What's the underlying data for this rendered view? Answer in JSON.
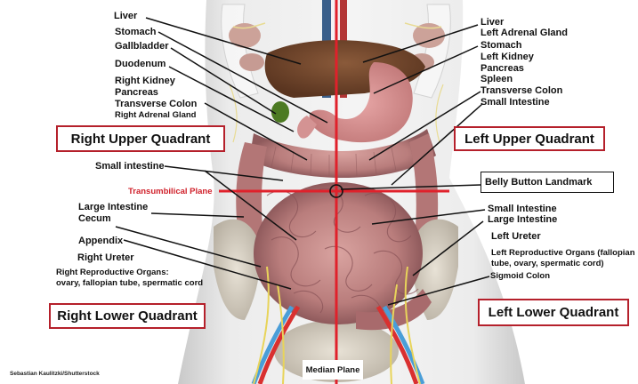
{
  "diagram": {
    "title": "Abdominal Quadrants",
    "quadrants": {
      "right_upper": "Right Upper Quadrant",
      "left_upper": "Left Upper Quadrant",
      "right_lower": "Right Lower Quadrant",
      "left_lower": "Left Lower Quadrant"
    },
    "right_upper_labels": [
      "Liver",
      "Stomach",
      "Gallbladder",
      "Duodenum",
      "Right Kidney",
      "Pancreas",
      "Transverse Colon",
      "Right Adrenal Gland"
    ],
    "left_upper_labels": [
      "Liver",
      "Left Adrenal Gland",
      "Stomach",
      "Left Kidney",
      "Pancreas",
      "Spleen",
      "Transverse Colon",
      "Small Intestine"
    ],
    "right_lower_labels": [
      "Small intestine",
      "Large Intestine",
      "Cecum",
      "Appendix",
      "Right Ureter",
      "Right Reproductive Organs:",
      "ovary, fallopian tube, spermatic cord"
    ],
    "left_lower_labels": [
      "Small Intestine",
      "Large Intestine",
      "Left Ureter",
      "Left Reproductive Organs (fallopian",
      "tube, ovary, spermatic cord)",
      "Sigmoid Colon"
    ],
    "planes": {
      "transumbilical": "Transumbilical Plane",
      "median": "Median Plane"
    },
    "landmark": "Belly Button Landmark",
    "credit": "Sebastian Kaulitzki/Shutterstock",
    "colors": {
      "quadrant_border": "#b5202b",
      "plane_line": "#e0212b",
      "plane_label": "#d0202a"
    }
  }
}
